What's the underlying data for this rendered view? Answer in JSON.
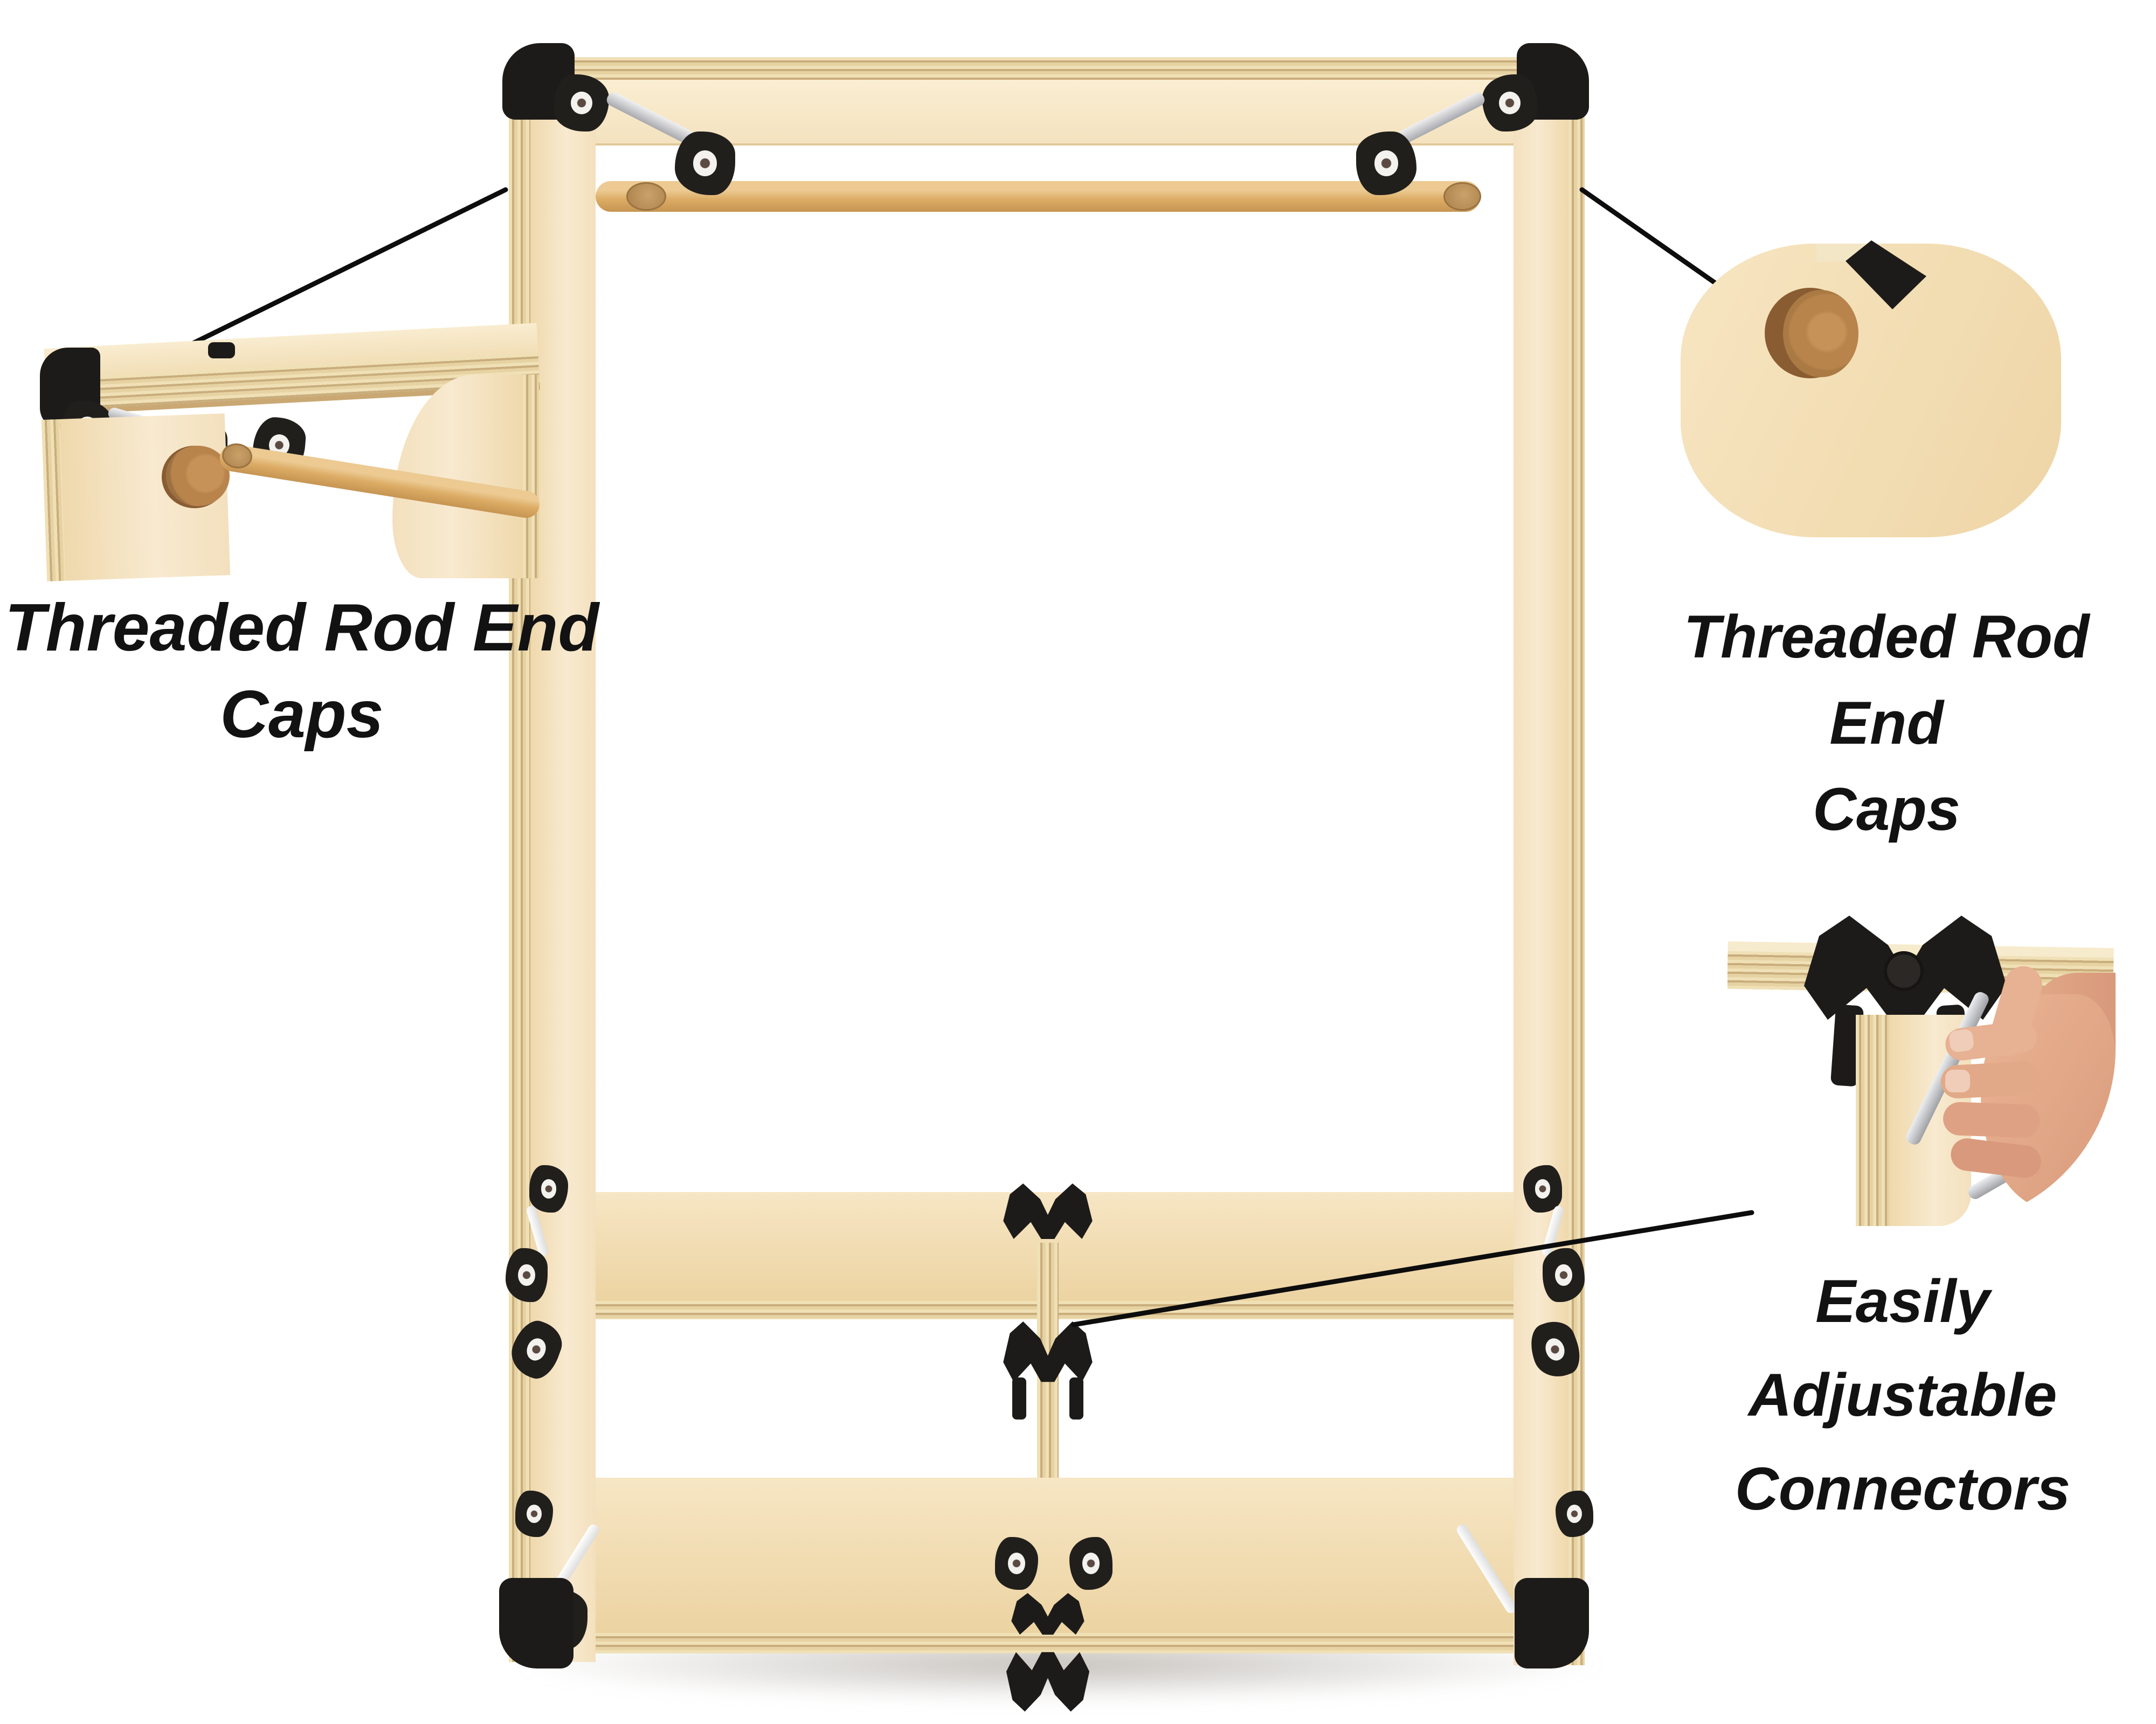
{
  "figure": {
    "type": "annotated-product-diagram",
    "subject": "plywood garment rack with black connectors"
  },
  "captions": {
    "left": {
      "line1": "Threaded Rod End",
      "line2": "Caps"
    },
    "right": {
      "line1": "Threaded Rod End",
      "line2": "Caps"
    },
    "bottom_right": {
      "line1": "Easily Adjustable",
      "line2": "Connectors"
    }
  },
  "callouts": [
    {
      "label": "Threaded Rod End Caps",
      "detail": "rack-corner-with-rod-end-cap",
      "position": "top-left"
    },
    {
      "label": "Threaded Rod End Caps",
      "detail": "panel-with-wooden-rod-end-cap",
      "position": "top-right"
    },
    {
      "label": "Easily Adjustable Connectors",
      "detail": "hand-tightening-connector-with-hex-key",
      "position": "bottom-right"
    }
  ],
  "colors": {
    "background": "#ffffff",
    "text": "#121212",
    "wood_face": "#f4dfb8",
    "wood_face_light": "#f9ecd0",
    "wood_edge_stripe": "#c9ad7c",
    "hanging_rod": "#dcab64",
    "dowel_cap": "#b9854c",
    "connector_black": "#1d1b19",
    "metal_silver": "#c7c8cc",
    "hand_skin": "#e2a988",
    "floor_shadow": "#d9d5cf"
  }
}
